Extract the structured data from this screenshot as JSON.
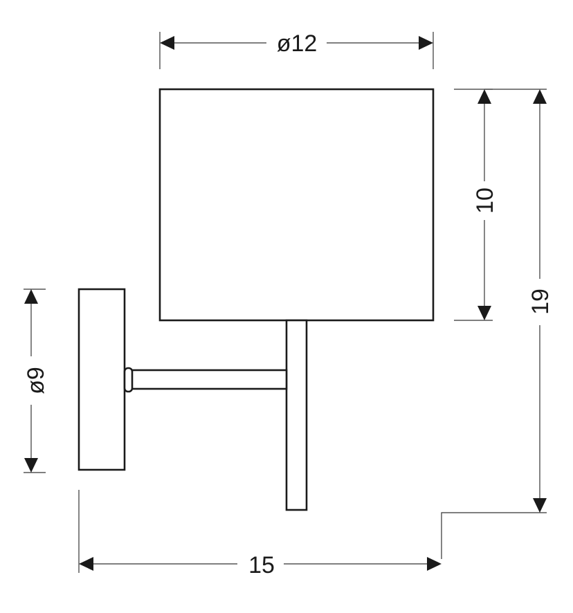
{
  "dimensions": {
    "shade_diameter": "ø12",
    "shade_height": "10",
    "total_height": "19",
    "base_diameter": "ø9",
    "total_depth": "15"
  }
}
